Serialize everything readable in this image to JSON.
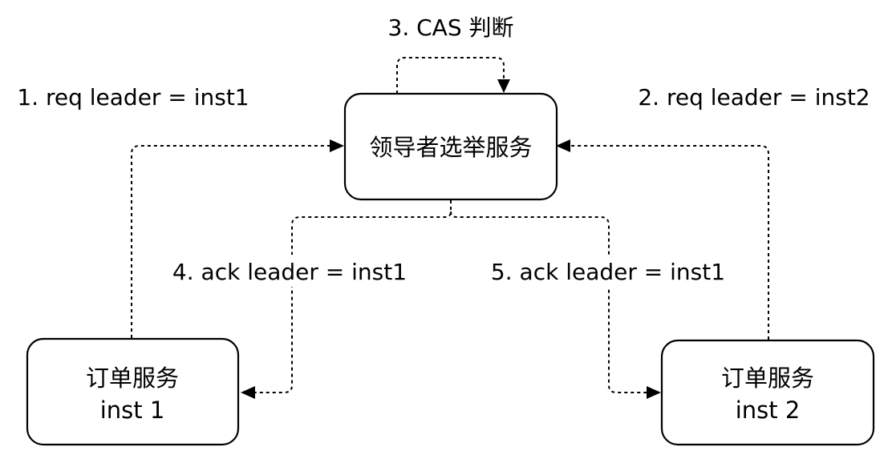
{
  "nodes": {
    "election_service": {
      "label": "领导者选举服务"
    },
    "order_inst1": {
      "line1": "订单服务",
      "line2": "inst 1"
    },
    "order_inst2": {
      "line1": "订单服务",
      "line2": "inst 2"
    }
  },
  "edges": {
    "req_inst1": {
      "label": "1. req leader = inst1"
    },
    "req_inst2": {
      "label": "2. req leader = inst2"
    },
    "cas_check": {
      "label": "3. CAS 判断"
    },
    "ack_inst1": {
      "label": "4. ack leader = inst1"
    },
    "ack_inst2": {
      "label": "5. ack leader = inst1"
    }
  },
  "style": {
    "stroke_color": "#000000",
    "background_color": "#ffffff",
    "line_style": "dashed"
  }
}
